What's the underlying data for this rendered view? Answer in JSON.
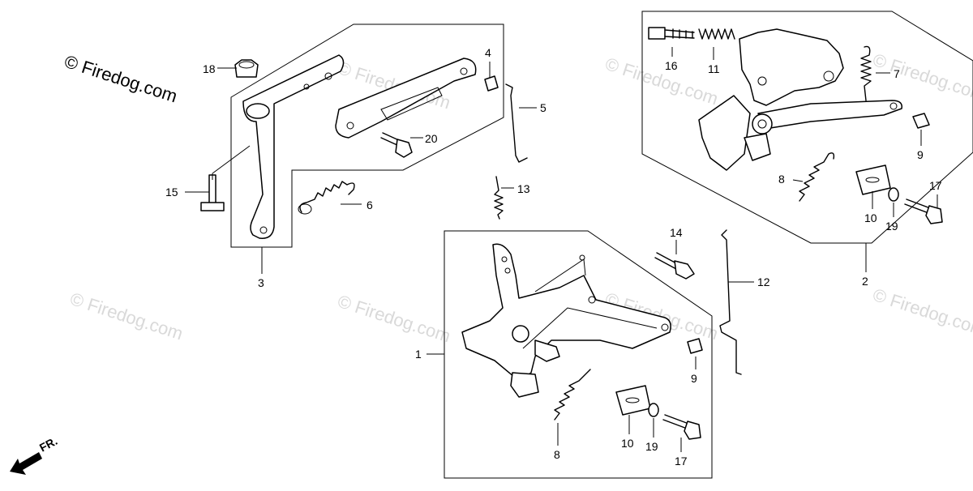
{
  "watermark": {
    "main_text": "© Firedog.com",
    "faint_text": "© Firedog.com"
  },
  "direction_label": "FR.",
  "callouts": {
    "c1": "1",
    "c2": "2",
    "c3": "3",
    "c4": "4",
    "c5": "5",
    "c6": "6",
    "c7": "7",
    "c8a": "8",
    "c8b": "8",
    "c9a": "9",
    "c9b": "9",
    "c10a": "10",
    "c10b": "10",
    "c11": "11",
    "c12": "12",
    "c13": "13",
    "c14": "14",
    "c15": "15",
    "c16": "16",
    "c17a": "17",
    "c17b": "17",
    "c18": "18",
    "c19a": "19",
    "c19b": "19",
    "c20": "20"
  }
}
